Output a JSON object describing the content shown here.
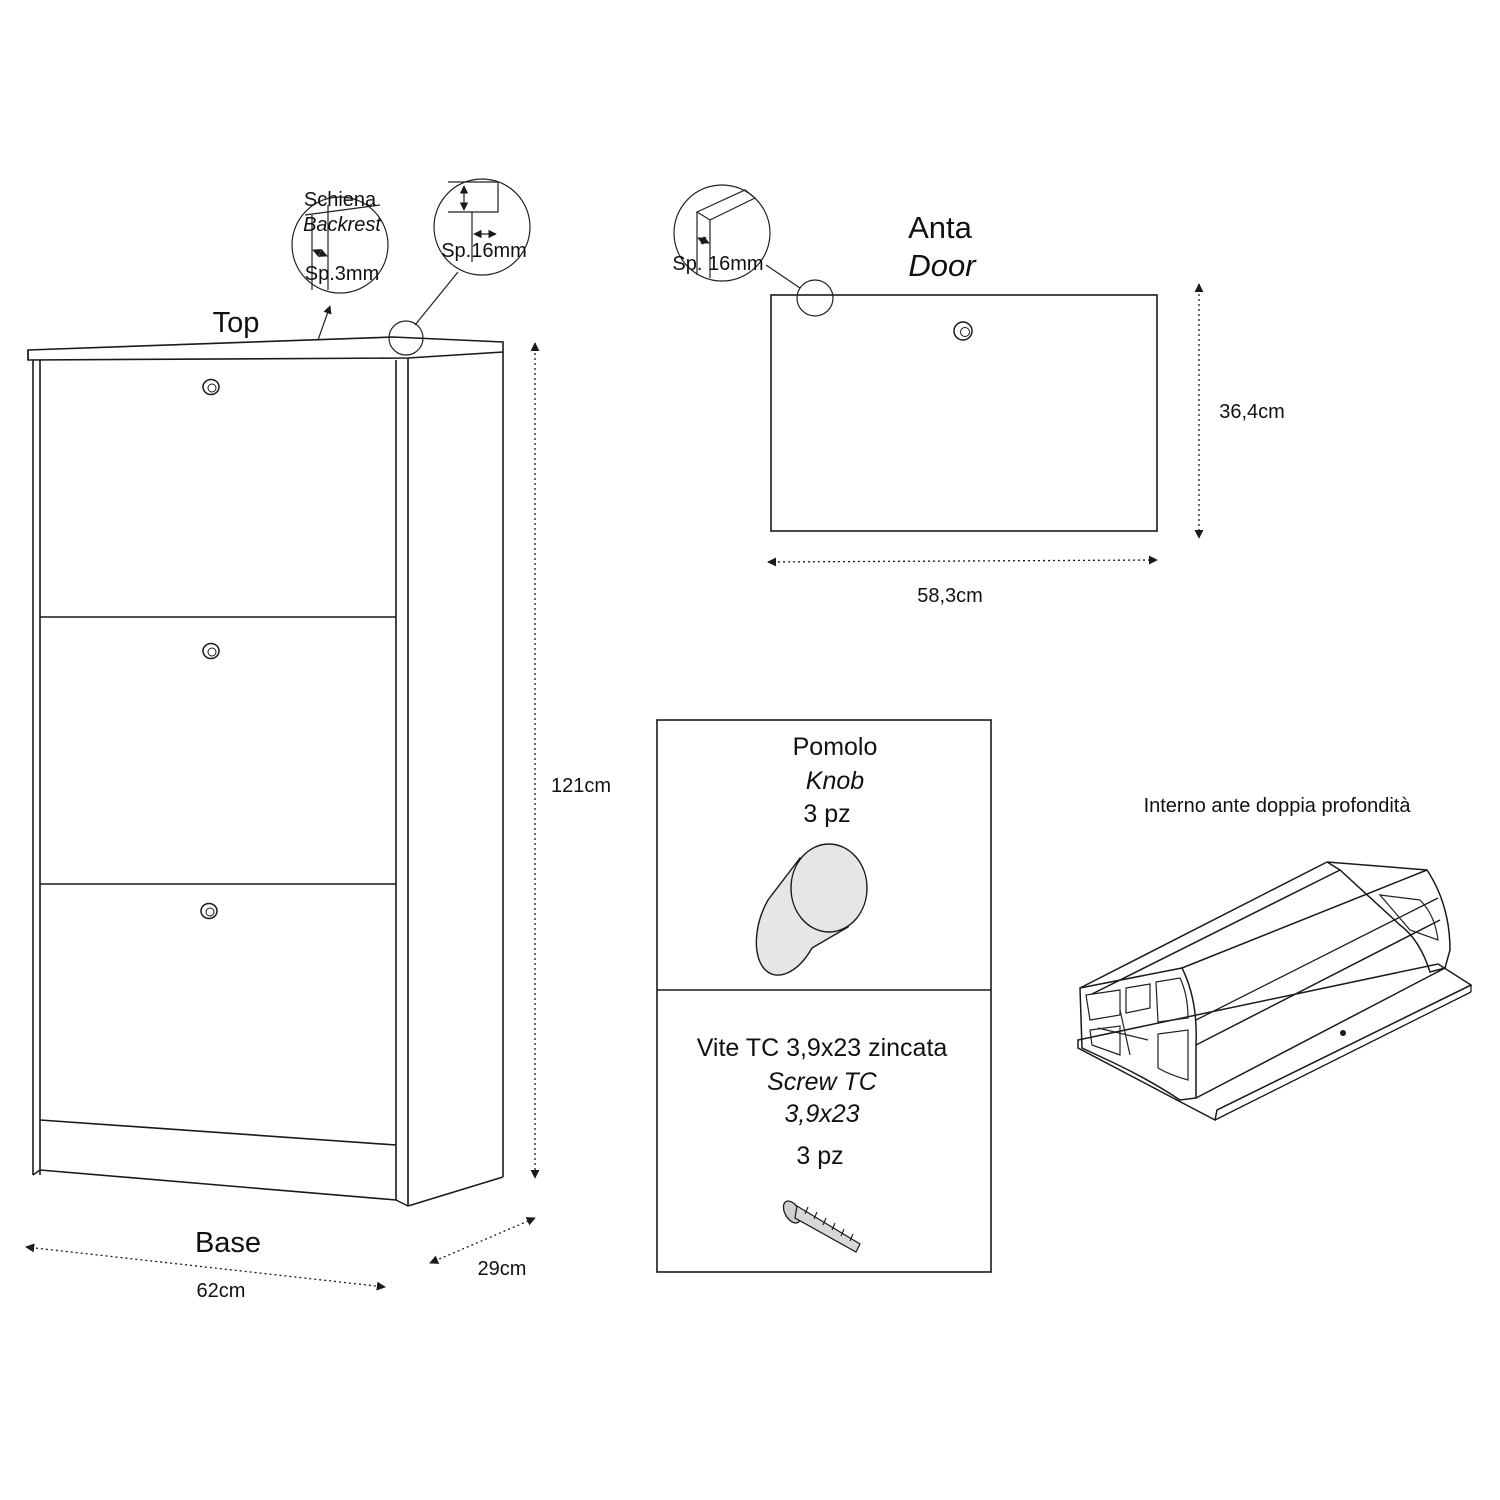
{
  "cabinet": {
    "backrest_it": "Schiena",
    "backrest_en": "Backrest",
    "backrest_thickness": "Sp.3mm",
    "top_thickness": "Sp.16mm",
    "top_label": "Top",
    "base_label": "Base",
    "height": "121cm",
    "width": "62cm",
    "depth": "29cm",
    "doors": 3
  },
  "door": {
    "label_it": "Anta",
    "label_en": "Door",
    "thickness": "Sp. 16mm",
    "height": "36,4cm",
    "width": "58,3cm"
  },
  "parts": {
    "knob": {
      "name_it": "Pomolo",
      "name_en": "Knob",
      "qty": "3 pz"
    },
    "screw": {
      "name_it": "Vite TC 3,9x23 zincata",
      "name_en_1": "Screw TC",
      "name_en_2": "3,9x23",
      "qty": "3 pz"
    }
  },
  "interior": {
    "caption": "Interno ante doppia profondità"
  },
  "colors": {
    "line": "#1a1a1a",
    "knob_fill": "#e6e6e6",
    "background": "#ffffff"
  }
}
